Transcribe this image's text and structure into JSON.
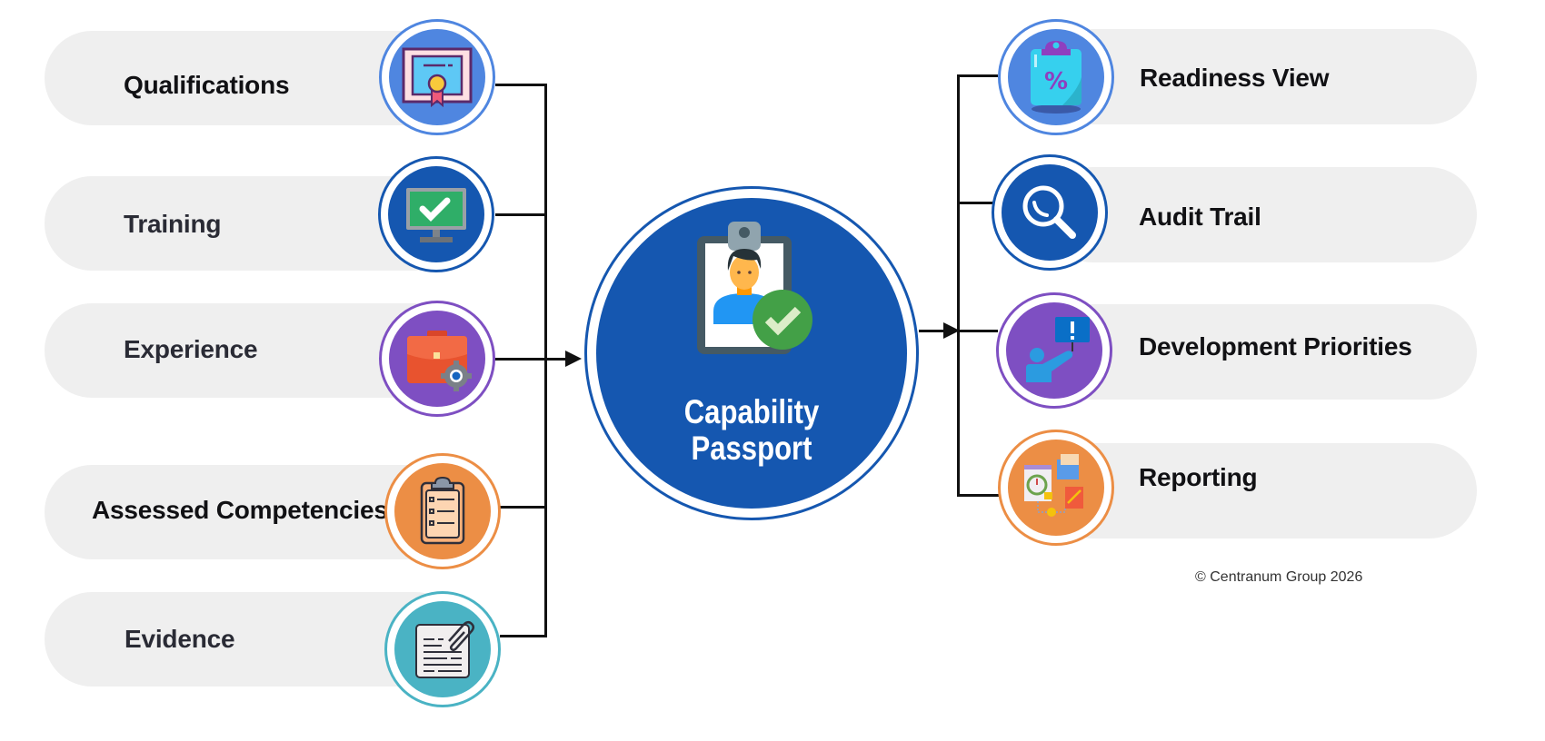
{
  "diagram": {
    "hub": {
      "title_line1": "Capability",
      "title_line2": "Passport",
      "icon": "id-badge-check-icon",
      "color": "#1557b0"
    },
    "inputs": [
      {
        "label": "Qualifications",
        "icon": "certificate-icon",
        "ring_color": "#4f86e0",
        "fill_color": "#4f86e0"
      },
      {
        "label": "Training",
        "icon": "monitor-check-icon",
        "ring_color": "#1557b0",
        "fill_color": "#1557b0"
      },
      {
        "label": "Experience",
        "icon": "briefcase-gear-icon",
        "ring_color": "#7e4fc2",
        "fill_color": "#7e4fc2"
      },
      {
        "label": "Assessed Competencies",
        "icon": "clipboard-checklist-icon",
        "ring_color": "#ec8e45",
        "fill_color": "#ec8e45"
      },
      {
        "label": "Evidence",
        "icon": "document-paperclip-icon",
        "ring_color": "#4ab3c4",
        "fill_color": "#4ab3c4"
      }
    ],
    "outputs": [
      {
        "label": "Readiness View",
        "icon": "clipboard-percent-icon",
        "ring_color": "#4f86e0",
        "fill_color": "#4f86e0"
      },
      {
        "label": "Audit Trail",
        "icon": "magnifier-icon",
        "ring_color": "#1557b0",
        "fill_color": "#1557b0"
      },
      {
        "label": "Development Priorities",
        "icon": "person-alert-sign-icon",
        "ring_color": "#7e4fc2",
        "fill_color": "#7e4fc2"
      },
      {
        "label": "Reporting",
        "icon": "report-workflow-icon",
        "ring_color": "#ec8e45",
        "fill_color": "#ec8e45"
      }
    ]
  },
  "footer": {
    "copyright": "© Centranum Group 2026"
  }
}
